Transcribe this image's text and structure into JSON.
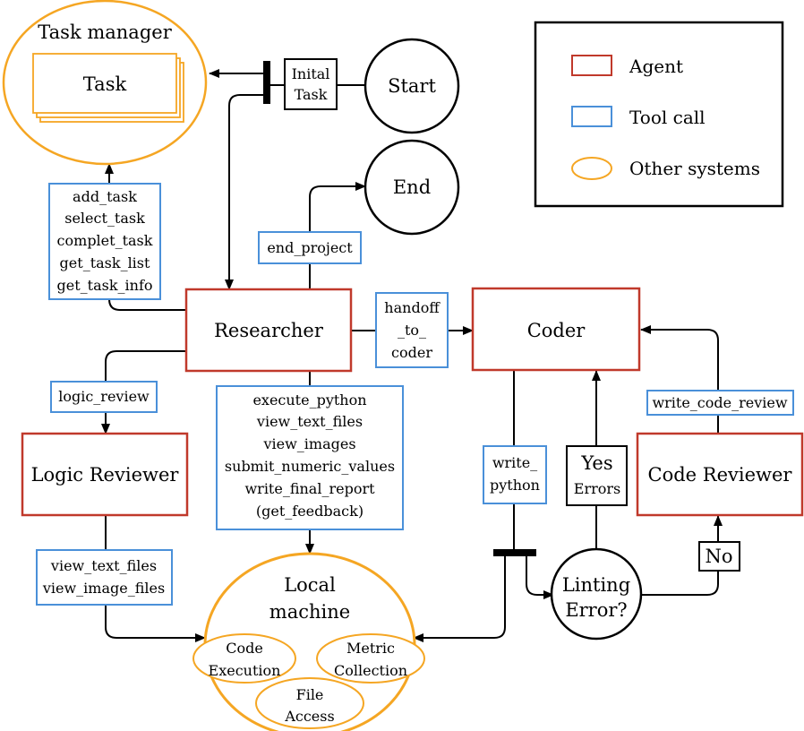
{
  "task_manager": {
    "title": "Task manager",
    "task_label": "Task"
  },
  "nodes": {
    "start": "Start",
    "end": "End",
    "initial_task": [
      "Inital",
      "Task"
    ],
    "linting": [
      "Linting",
      "Error?"
    ]
  },
  "agents": {
    "researcher": "Researcher",
    "coder": "Coder",
    "logic_reviewer": "Logic Reviewer",
    "code_reviewer": "Code Reviewer"
  },
  "tools": {
    "task_tools": [
      "add_task",
      "select_task",
      "complet_task",
      "get_task_list",
      "get_task_info"
    ],
    "end_project": "end_project",
    "handoff": [
      "handoff",
      "_to_",
      "coder"
    ],
    "logic_review": "logic_review",
    "researcher_tools": [
      "execute_python",
      "view_text_files",
      "view_images",
      "submit_numeric_values",
      "write_final_report",
      "(get_feedback)"
    ],
    "logic_reviewer_tools": [
      "view_text_files",
      "view_image_files"
    ],
    "write_python": [
      "write_",
      "python"
    ],
    "write_code_review": "write_code_review"
  },
  "decisions": {
    "yes": [
      "Yes",
      "Errors"
    ],
    "no": "No"
  },
  "local_machine": {
    "title": [
      "Local",
      "machine"
    ],
    "code_execution": [
      "Code",
      "Execution"
    ],
    "metric_collection": [
      "Metric",
      "Collection"
    ],
    "file_access": [
      "File",
      "Access"
    ]
  },
  "legend": {
    "agent": "Agent",
    "tool_call": "Tool call",
    "other_systems": "Other systems"
  },
  "colors": {
    "agent": "#c0392b",
    "tool_call": "#4a90d9",
    "other_systems": "#f5a623"
  }
}
